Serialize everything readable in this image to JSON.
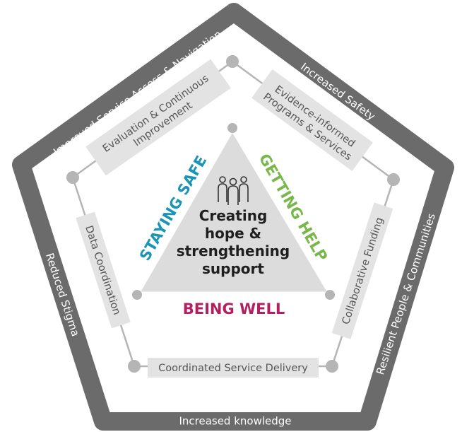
{
  "colors": {
    "frame": "#6b6b6b",
    "node": "#b5b5b5",
    "box_fill": "#e3e3e3",
    "triangle_fill": "#dcdcdc",
    "staying_safe": "#1b95b5",
    "getting_help": "#79b74a",
    "being_well": "#b3205f"
  },
  "outcomes": {
    "top_left": "Improved Service Access & Navigation",
    "top_right": "Increased Safety",
    "right": "Resilient People & Communities",
    "bottom": "Increased knowledge",
    "left": "Reduced Stigma"
  },
  "strategies": {
    "evaluation_line1": "Evaluation & Continuous",
    "evaluation_line2": "Improvement",
    "evidence_line1": "Evidence-informed",
    "evidence_line2": "Programs & Services",
    "funding": "Collaborative Funding",
    "delivery": "Coordinated Service Delivery",
    "data": "Data Coordination"
  },
  "pillars": {
    "staying_safe": "STAYING SAFE",
    "getting_help": "GETTING HELP",
    "being_well": "BEING WELL"
  },
  "center": {
    "icon": "people-group-icon",
    "line1": "Creating",
    "line2": "hope &",
    "line3": "strengthening",
    "line4": "support"
  }
}
